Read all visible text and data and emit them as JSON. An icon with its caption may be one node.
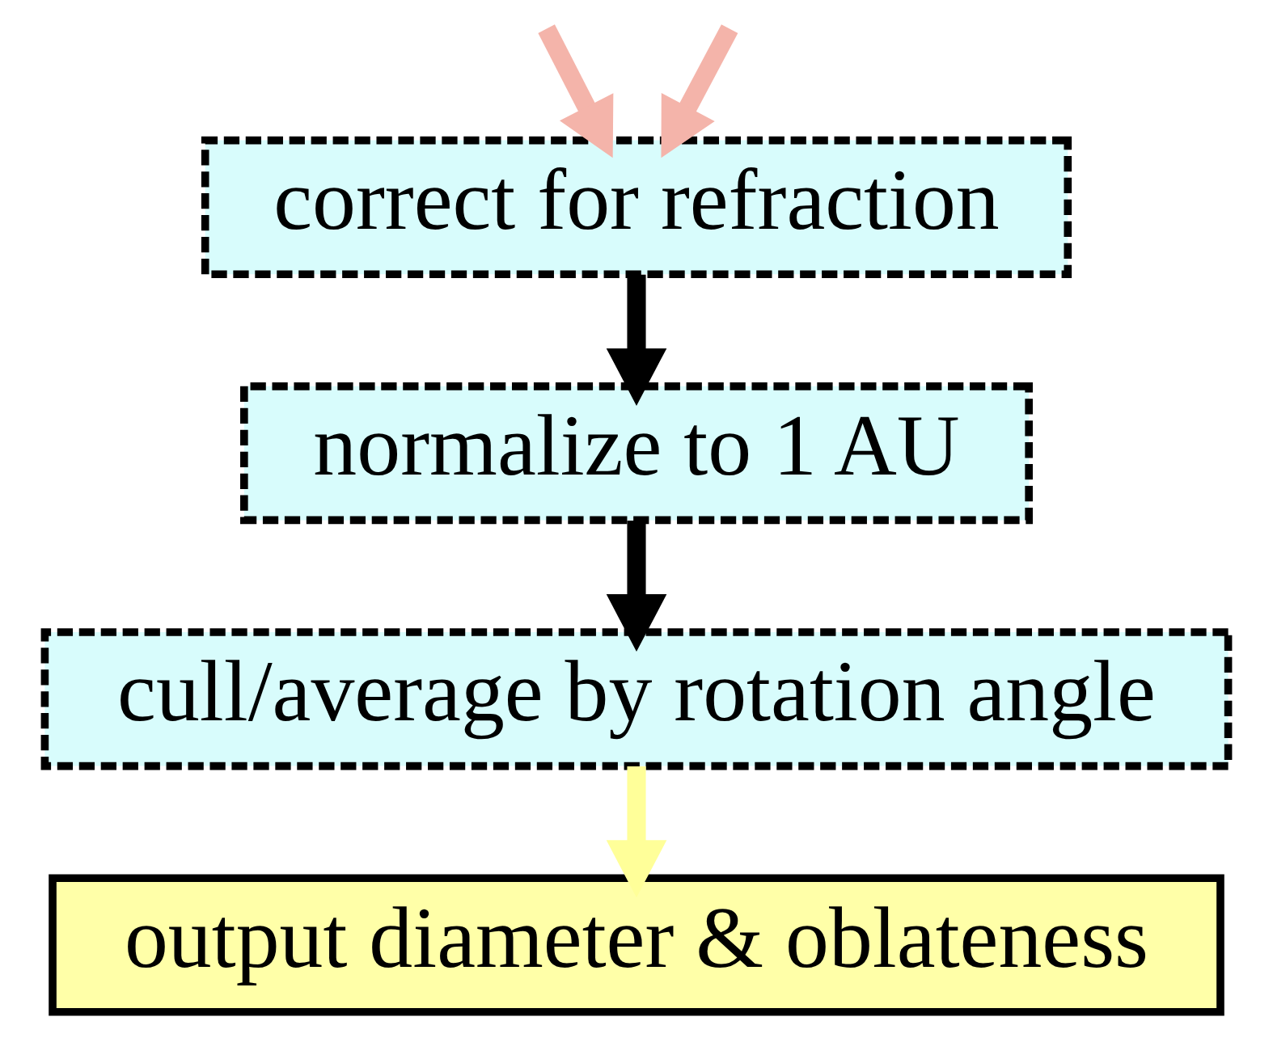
{
  "diagram": {
    "nodes": [
      {
        "text": [
          "correct for refraction"
        ]
      },
      {
        "text": [
          "normalize to 1 AU"
        ]
      },
      {
        "text": [
          "cull/average by rotation angle"
        ]
      },
      {
        "text": [
          "output diameter & oblateness"
        ]
      }
    ],
    "edges": [
      {
        "from": null,
        "to": 0,
        "arrow": "to",
        "color": "#f4b4aa"
      },
      {
        "from": null,
        "to": 0,
        "arrow": "to",
        "color": "#f4b4aa"
      },
      {
        "from": 0,
        "to": 1,
        "arrow": "to",
        "color": "#000000"
      },
      {
        "from": 1,
        "to": 2,
        "arrow": "to",
        "color": "#000000"
      },
      {
        "from": 2,
        "to": 3,
        "arrow": "to",
        "color": "#ffff99"
      }
    ]
  }
}
